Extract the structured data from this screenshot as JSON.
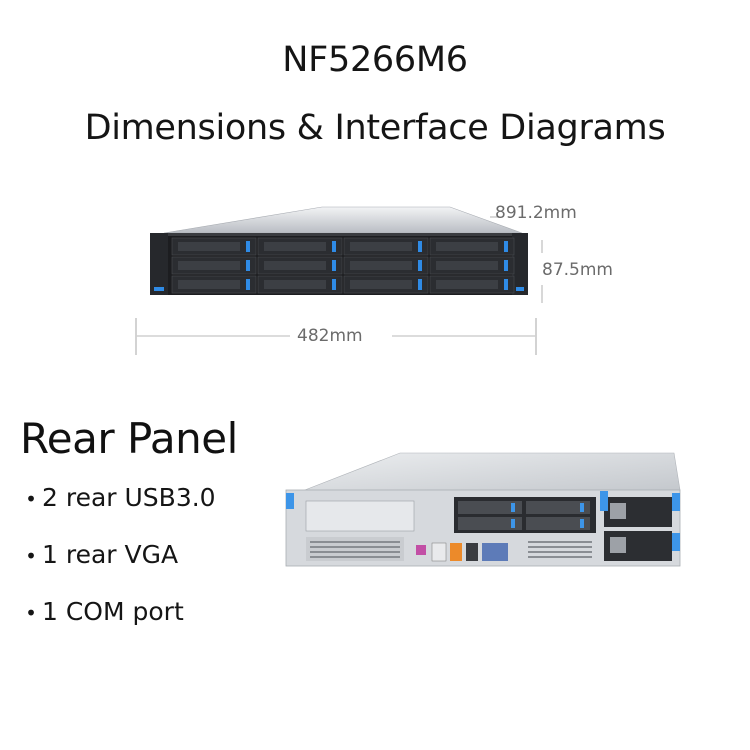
{
  "header": {
    "model": "NF5266M6",
    "subtitle": "Dimensions & Interface Diagrams"
  },
  "front_diagram": {
    "depth": "891.2mm",
    "height": "87.5mm",
    "width": "482mm",
    "drive_bays": 12,
    "accent_color": "#2f8be6"
  },
  "rear_panel": {
    "heading": "Rear Panel",
    "bullet_symbol": "•",
    "bullets": [
      "2 rear USB3.0",
      "1 rear VGA",
      "1 COM port"
    ],
    "accent_color": "#3d95e8"
  }
}
